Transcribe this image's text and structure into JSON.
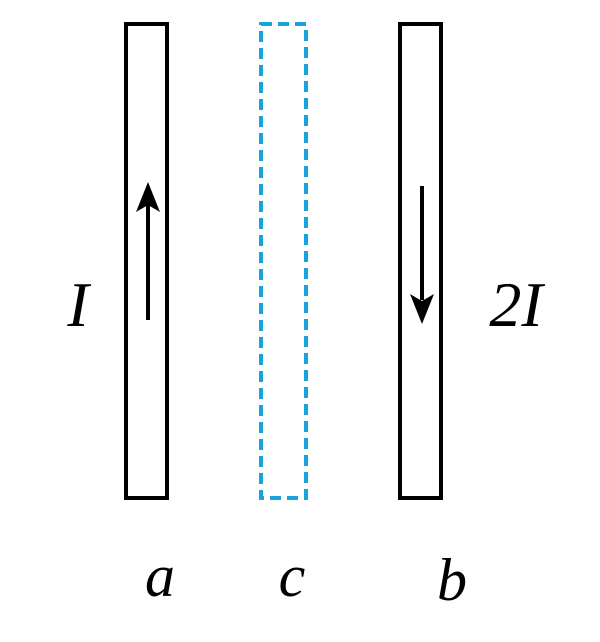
{
  "diagram": {
    "wires": [
      {
        "id": "a",
        "name": "a",
        "current_label": "I",
        "current_direction": "up",
        "style": "solid"
      },
      {
        "id": "c",
        "name": "c",
        "current_label": "",
        "current_direction": "none",
        "style": "dashed"
      },
      {
        "id": "b",
        "name": "b",
        "current_label": "2I",
        "current_direction": "down",
        "style": "solid"
      }
    ],
    "colors": {
      "wire": "#000000",
      "dashed_wire": "#1aa3d9",
      "arrow": "#000000",
      "background": "#ffffff"
    }
  }
}
